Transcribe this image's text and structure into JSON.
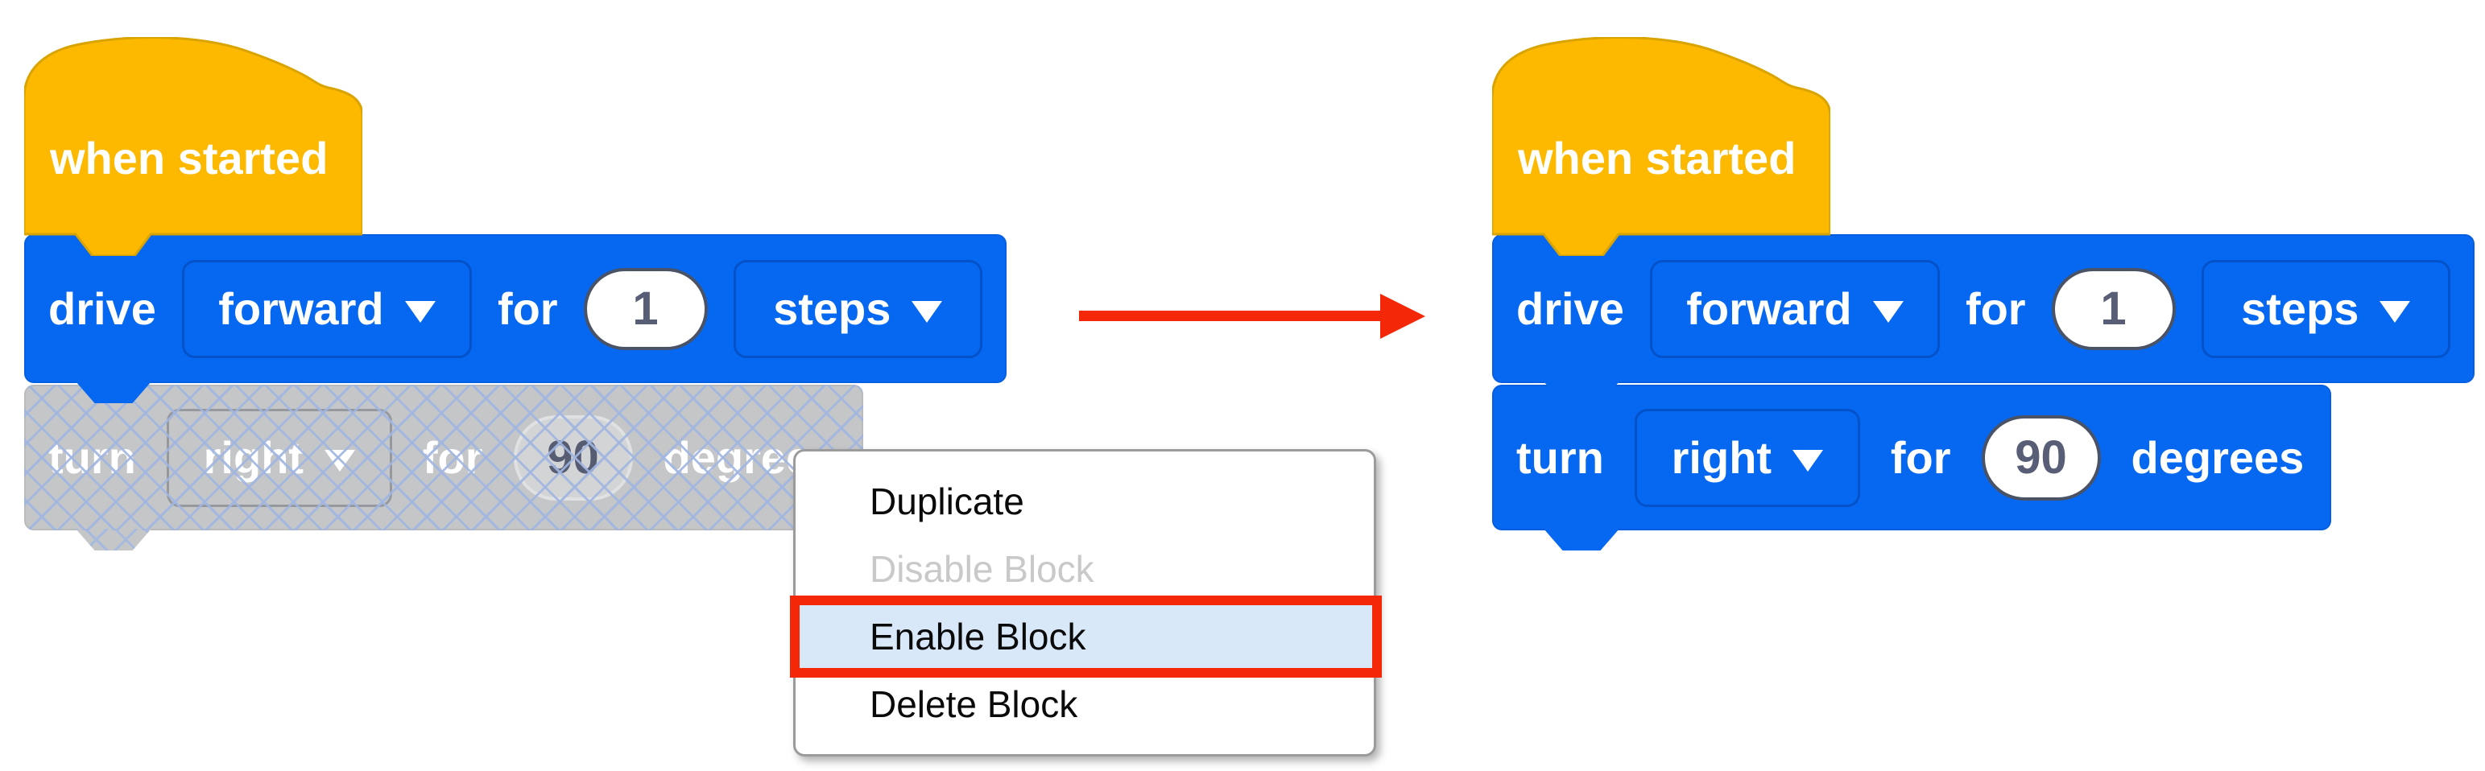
{
  "colors": {
    "block_blue": "#0668f0",
    "hat_orange": "#fcb900",
    "hat_orange_border": "#d9a300",
    "disabled_gray": "#c5c6c8",
    "hatch_line_blue": "#a6badf",
    "value_text": "#575e75",
    "menu_highlight_blue": "#d8e8f8",
    "accent_red": "#f42708",
    "menu_disabled_text": "#c9c9c9"
  },
  "left_stack": {
    "hat_label": "when started",
    "drive_block": {
      "label_drive": "drive",
      "direction_value": "forward",
      "label_for": "for",
      "distance_value": "1",
      "unit_value": "steps"
    },
    "turn_block": {
      "state": "disabled",
      "label_turn": "turn",
      "direction_value": "right",
      "label_for": "for",
      "angle_value": "90",
      "unit_label": "degrees"
    }
  },
  "right_stack": {
    "hat_label": "when started",
    "drive_block": {
      "label_drive": "drive",
      "direction_value": "forward",
      "label_for": "for",
      "distance_value": "1",
      "unit_value": "steps"
    },
    "turn_block": {
      "state": "enabled",
      "label_turn": "turn",
      "direction_value": "right",
      "label_for": "for",
      "angle_value": "90",
      "unit_label": "degrees"
    }
  },
  "context_menu": {
    "items": [
      {
        "label": "Duplicate",
        "state": "normal"
      },
      {
        "label": "Disable Block",
        "state": "disabled"
      },
      {
        "label": "Enable Block",
        "state": "highlighted"
      },
      {
        "label": "Delete Block",
        "state": "normal"
      }
    ]
  }
}
